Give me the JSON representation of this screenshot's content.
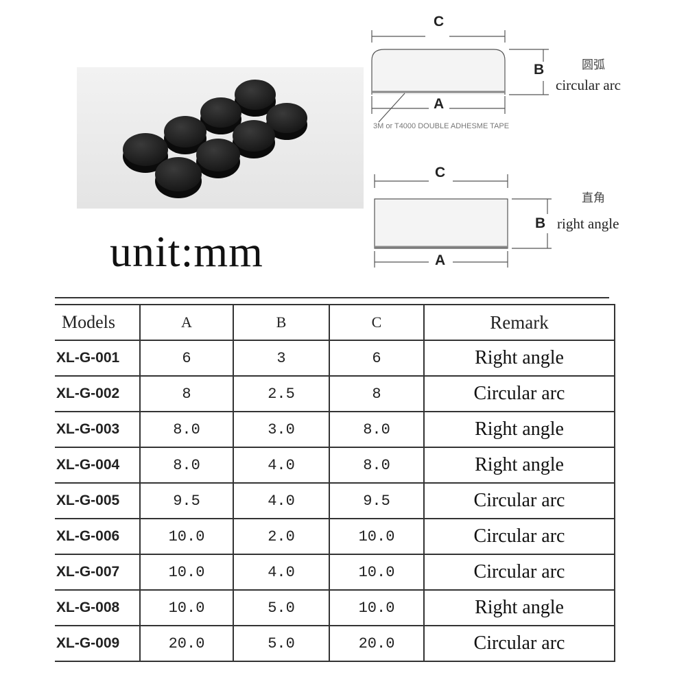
{
  "unit_label": "unit:mm",
  "diagram_arc": {
    "label_c": "C",
    "label_b": "B",
    "label_a": "A",
    "chinese_label": "圆弧",
    "english_label": "circular arc",
    "tape_note": "3M or T4000 DOUBLE ADHESME TAPE"
  },
  "diagram_right": {
    "label_c": "C",
    "label_b": "B",
    "label_a": "A",
    "chinese_label": "直角",
    "english_label": "right angle"
  },
  "table": {
    "headers": [
      "Models",
      "A",
      "B",
      "C",
      "Remark"
    ],
    "rows": [
      {
        "model": "XL-G-001",
        "a": "6",
        "b": "3",
        "c": "6",
        "remark": "Right angle"
      },
      {
        "model": "XL-G-002",
        "a": "8",
        "b": "2.5",
        "c": "8",
        "remark": "Circular arc"
      },
      {
        "model": "XL-G-003",
        "a": "8.0",
        "b": "3.0",
        "c": "8.0",
        "remark": "Right angle"
      },
      {
        "model": "XL-G-004",
        "a": "8.0",
        "b": "4.0",
        "c": "8.0",
        "remark": "Right angle"
      },
      {
        "model": "XL-G-005",
        "a": "9.5",
        "b": "4.0",
        "c": "9.5",
        "remark": "Circular arc"
      },
      {
        "model": "XL-G-006",
        "a": "10.0",
        "b": "2.0",
        "c": "10.0",
        "remark": "Circular arc"
      },
      {
        "model": "XL-G-007",
        "a": "10.0",
        "b": "4.0",
        "c": "10.0",
        "remark": "Circular arc"
      },
      {
        "model": "XL-G-008",
        "a": "10.0",
        "b": "5.0",
        "c": "10.0",
        "remark": "Right angle"
      },
      {
        "model": "XL-G-009",
        "a": "20.0",
        "b": "5.0",
        "c": "20.0",
        "remark": "Circular arc"
      }
    ]
  }
}
